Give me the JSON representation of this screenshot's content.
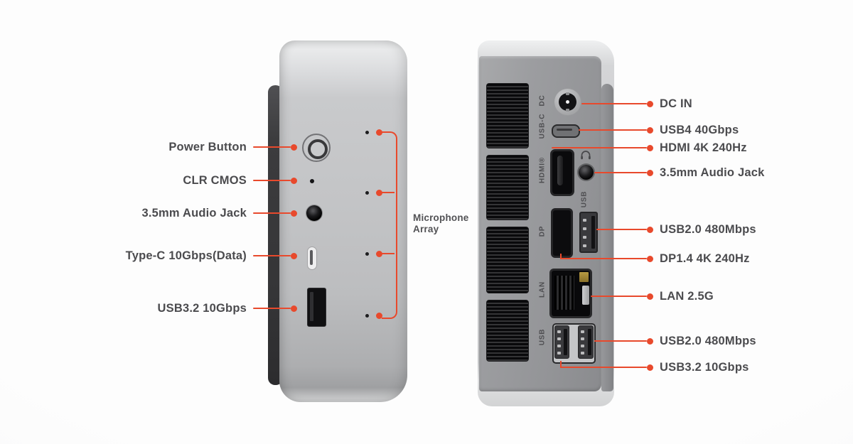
{
  "colors": {
    "accent": "#E8492C",
    "label_text": "#4B4B4E",
    "body_silver": "#C3C4C6",
    "rear_face_gray": "#939497",
    "vent_black": "#09090B",
    "edge_dark": "#353537"
  },
  "left_device": {
    "callouts": [
      {
        "label": "Power Button"
      },
      {
        "label": "CLR CMOS"
      },
      {
        "label": "3.5mm Audio Jack"
      },
      {
        "label": "Type-C 10Gbps(Data)"
      },
      {
        "label": "USB3.2 10Gbps"
      }
    ],
    "microphone_array": {
      "line1": "Microphone",
      "line2": "Array",
      "hole_count": 4
    }
  },
  "right_device": {
    "panel_labels": [
      {
        "label": "DC"
      },
      {
        "label": "USB-C"
      },
      {
        "label": "HDMI®"
      },
      {
        "label": "USB"
      },
      {
        "label": "DP"
      },
      {
        "label": "LAN"
      },
      {
        "label": "USB"
      }
    ],
    "callouts": [
      {
        "label": "DC IN"
      },
      {
        "label": "USB4 40Gbps"
      },
      {
        "label": "HDMI 4K 240Hz"
      },
      {
        "label": "3.5mm Audio Jack"
      },
      {
        "label": "USB2.0 480Mbps"
      },
      {
        "label": "DP1.4 4K 240Hz"
      },
      {
        "label": "LAN 2.5G"
      },
      {
        "label": "USB2.0 480Mbps"
      },
      {
        "label": "USB3.2 10Gbps"
      }
    ]
  }
}
